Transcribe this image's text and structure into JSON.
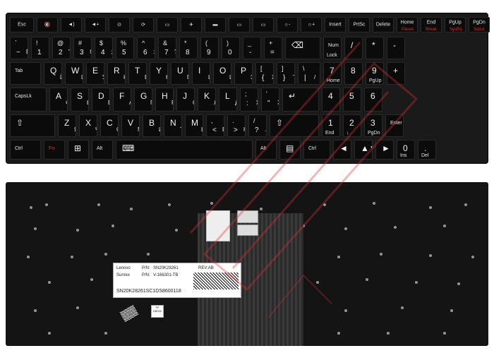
{
  "front": {
    "row0": [
      {
        "name": "esc",
        "label": "Esc",
        "w": 36
      },
      {
        "name": "f1",
        "label": "🔇",
        "w": 32
      },
      {
        "name": "f2",
        "label": "◄)",
        "w": 32
      },
      {
        "name": "f3",
        "label": "◄+",
        "w": 32
      },
      {
        "name": "f4",
        "label": "⊙",
        "w": 32
      },
      {
        "name": "f5",
        "label": "⟳",
        "w": 32
      },
      {
        "name": "f6",
        "label": "▭",
        "w": 32
      },
      {
        "name": "f7",
        "label": "✈",
        "w": 32
      },
      {
        "name": "f8",
        "label": "▬",
        "w": 32
      },
      {
        "name": "f9",
        "label": "▭",
        "w": 32
      },
      {
        "name": "f10",
        "label": "▭",
        "w": 32
      },
      {
        "name": "f11",
        "label": "☼-",
        "w": 32
      },
      {
        "name": "f12",
        "label": "☼+",
        "w": 32
      },
      {
        "name": "insert",
        "label": "Insert",
        "w": 32
      },
      {
        "name": "prtsc",
        "label": "PrtSc",
        "w": 32
      },
      {
        "name": "delete",
        "label": "Delete",
        "w": 32
      },
      {
        "name": "home",
        "label": "Home",
        "sub": "Pause",
        "w": 32
      },
      {
        "name": "end",
        "label": "End",
        "sub": "Break",
        "w": 32
      },
      {
        "name": "pgup",
        "label": "PgUp",
        "sub": "SysRq",
        "w": 32
      },
      {
        "name": "pgdn",
        "label": "PgDn",
        "sub": "ScrLk",
        "w": 32
      }
    ],
    "row1": [
      {
        "name": "tilde",
        "lat": "~",
        "top": "`",
        "cyr": "Ё",
        "w": 28
      },
      {
        "name": "1",
        "lat": "1",
        "top": "!",
        "w": 28
      },
      {
        "name": "2",
        "lat": "2",
        "top": "@",
        "cyr": "\"",
        "w": 28
      },
      {
        "name": "3",
        "lat": "3",
        "top": "#",
        "cyr": "№",
        "w": 28
      },
      {
        "name": "4",
        "lat": "4",
        "top": "$",
        "cyr": ";",
        "w": 28
      },
      {
        "name": "5",
        "lat": "5",
        "top": "%",
        "w": 28
      },
      {
        "name": "6",
        "lat": "6",
        "top": "^",
        "cyr": ":",
        "w": 28
      },
      {
        "name": "7",
        "lat": "7",
        "top": "&",
        "cyr": "?",
        "w": 28
      },
      {
        "name": "8",
        "lat": "8",
        "top": "*",
        "w": 28
      },
      {
        "name": "9",
        "lat": "9",
        "top": "(",
        "w": 28
      },
      {
        "name": "0",
        "lat": "0",
        "top": ")",
        "w": 28
      },
      {
        "name": "minus",
        "lat": "-",
        "top": "_",
        "w": 28
      },
      {
        "name": "equal",
        "lat": "=",
        "top": "+",
        "w": 28
      },
      {
        "name": "backspace",
        "lat": "⌫",
        "w": 52
      },
      {
        "name": "numlock",
        "label": "Num",
        "sub": "Lock",
        "w": 28
      },
      {
        "name": "slash",
        "lat": "/",
        "w": 28
      },
      {
        "name": "star",
        "lat": "*",
        "w": 28
      },
      {
        "name": "numminus",
        "lat": "-",
        "w": 28
      }
    ],
    "row2": [
      {
        "name": "tab",
        "label": "Tab",
        "w": 46
      },
      {
        "name": "q",
        "lat": "Q",
        "cyr": "Й",
        "w": 28
      },
      {
        "name": "w",
        "lat": "W",
        "cyr": "Ц",
        "w": 28
      },
      {
        "name": "e",
        "lat": "E",
        "cyr": "У",
        "w": 28
      },
      {
        "name": "r",
        "lat": "R",
        "cyr": "К",
        "w": 28
      },
      {
        "name": "t",
        "lat": "T",
        "cyr": "Е",
        "w": 28
      },
      {
        "name": "y",
        "lat": "Y",
        "cyr": "Н",
        "w": 28
      },
      {
        "name": "u",
        "lat": "U",
        "cyr": "Г",
        "w": 28
      },
      {
        "name": "i",
        "lat": "I",
        "cyr": "Ш",
        "w": 28
      },
      {
        "name": "o",
        "lat": "O",
        "cyr": "Щ",
        "w": 28
      },
      {
        "name": "p",
        "lat": "P",
        "cyr": "З",
        "w": 28
      },
      {
        "name": "lbr",
        "lat": "{",
        "top": "[",
        "cyr": "Х",
        "w": 28
      },
      {
        "name": "rbr",
        "lat": "}",
        "top": "]",
        "cyr": "Ъ",
        "w": 28
      },
      {
        "name": "backslash",
        "lat": "|",
        "top": "\\",
        "cyr": "/",
        "w": 34
      },
      {
        "name": "num7",
        "lat": "7",
        "sub": "Home",
        "w": 28
      },
      {
        "name": "num8",
        "lat": "8",
        "w": 28
      },
      {
        "name": "num9",
        "lat": "9",
        "sub": "PgUp",
        "w": 28
      },
      {
        "name": "numplus",
        "lat": "+",
        "w": 28
      }
    ],
    "row3": [
      {
        "name": "capslock",
        "label": "CapsLk",
        "w": 54
      },
      {
        "name": "a",
        "lat": "A",
        "cyr": "Ф",
        "w": 28
      },
      {
        "name": "s",
        "lat": "S",
        "cyr": "Ы",
        "w": 28
      },
      {
        "name": "d",
        "lat": "D",
        "cyr": "В",
        "w": 28
      },
      {
        "name": "f",
        "lat": "F",
        "cyr": "А",
        "w": 28
      },
      {
        "name": "g",
        "lat": "G",
        "cyr": "П",
        "w": 28
      },
      {
        "name": "h",
        "lat": "H",
        "cyr": "Р",
        "w": 28
      },
      {
        "name": "j",
        "lat": "J",
        "cyr": "О",
        "w": 28
      },
      {
        "name": "k",
        "lat": "K",
        "cyr": "Л",
        "w": 28
      },
      {
        "name": "l",
        "lat": "L",
        "cyr": "Д",
        "w": 28
      },
      {
        "name": "semicolon",
        "lat": ":",
        "top": ";",
        "cyr": "Ж",
        "w": 28
      },
      {
        "name": "quote",
        "lat": "\"",
        "top": "'",
        "cyr": "Э",
        "w": 28
      },
      {
        "name": "enter",
        "lat": "↵",
        "w": 54
      },
      {
        "name": "num4",
        "lat": "4",
        "w": 28
      },
      {
        "name": "num5",
        "lat": "5",
        "w": 28
      },
      {
        "name": "num6",
        "lat": "6",
        "w": 28
      }
    ],
    "row4": [
      {
        "name": "lshift",
        "lat": "⇧",
        "w": 66
      },
      {
        "name": "z",
        "lat": "Z",
        "cyr": "Я",
        "w": 28
      },
      {
        "name": "x",
        "lat": "X",
        "cyr": "Ч",
        "w": 28
      },
      {
        "name": "c",
        "lat": "C",
        "cyr": "С",
        "w": 28
      },
      {
        "name": "v",
        "lat": "V",
        "cyr": "М",
        "w": 28
      },
      {
        "name": "b",
        "lat": "B",
        "cyr": "И",
        "w": 28
      },
      {
        "name": "n",
        "lat": "N",
        "cyr": "Т",
        "w": 28
      },
      {
        "name": "m",
        "lat": "M",
        "cyr": "Ь",
        "w": 28
      },
      {
        "name": "comma",
        "lat": "<",
        "top": ",",
        "cyr": "Б",
        "w": 28
      },
      {
        "name": "period",
        "lat": ">",
        "top": ".",
        "cyr": "Ю",
        "w": 28
      },
      {
        "name": "question",
        "lat": "?",
        "top": "/",
        "cyr": ".",
        "w": 28
      },
      {
        "name": "rshift",
        "lat": "⇧",
        "w": 72
      },
      {
        "name": "num1",
        "lat": "1",
        "sub": "End",
        "w": 28
      },
      {
        "name": "num2",
        "lat": "2",
        "sub": "↓",
        "w": 28
      },
      {
        "name": "num3",
        "lat": "3",
        "sub": "PgDn",
        "w": 28
      },
      {
        "name": "numenter",
        "label": "Enter",
        "w": 28
      }
    ],
    "row5": [
      {
        "name": "lctrl",
        "label": "Ctrl",
        "w": 46
      },
      {
        "name": "fn",
        "label": "Fn",
        "red": true,
        "w": 32
      },
      {
        "name": "win",
        "lat": "⊞",
        "w": 32
      },
      {
        "name": "lalt",
        "label": "Alt",
        "w": 32
      },
      {
        "name": "space",
        "lat": "⌨",
        "w": 196
      },
      {
        "name": "ralt",
        "label": "Alt",
        "w": 32
      },
      {
        "name": "menu",
        "lat": "▤",
        "w": 32
      },
      {
        "name": "rctrl",
        "label": "Ctrl",
        "w": 40
      },
      {
        "name": "left",
        "lat": "◄",
        "w": 28
      },
      {
        "name": "updown",
        "lat": "▲▼",
        "w": 28
      },
      {
        "name": "right",
        "lat": "►",
        "w": 28
      },
      {
        "name": "num0",
        "lat": "0",
        "sub": "Ins",
        "w": 28
      },
      {
        "name": "numdot",
        "lat": ".",
        "sub": "Del",
        "w": 28
      }
    ]
  },
  "back": {
    "sticker": {
      "brand": "Lenovo",
      "pn_label": "P/N:",
      "pn_value": "SN20K28261",
      "rev": "REV:AB",
      "vendor": "Sunrex",
      "pn2_label": "P/N:",
      "pn2_value": "V-166301-TB",
      "barcode_text": "SN20K28261SC1DS8600118"
    },
    "small_label": "FF KB020"
  },
  "colors": {
    "keyboard": "#1a1a1a",
    "key": "#0b0b0b",
    "keytext": "#f2f2f2",
    "fnred": "#e03030",
    "watermark": "#e03030"
  }
}
